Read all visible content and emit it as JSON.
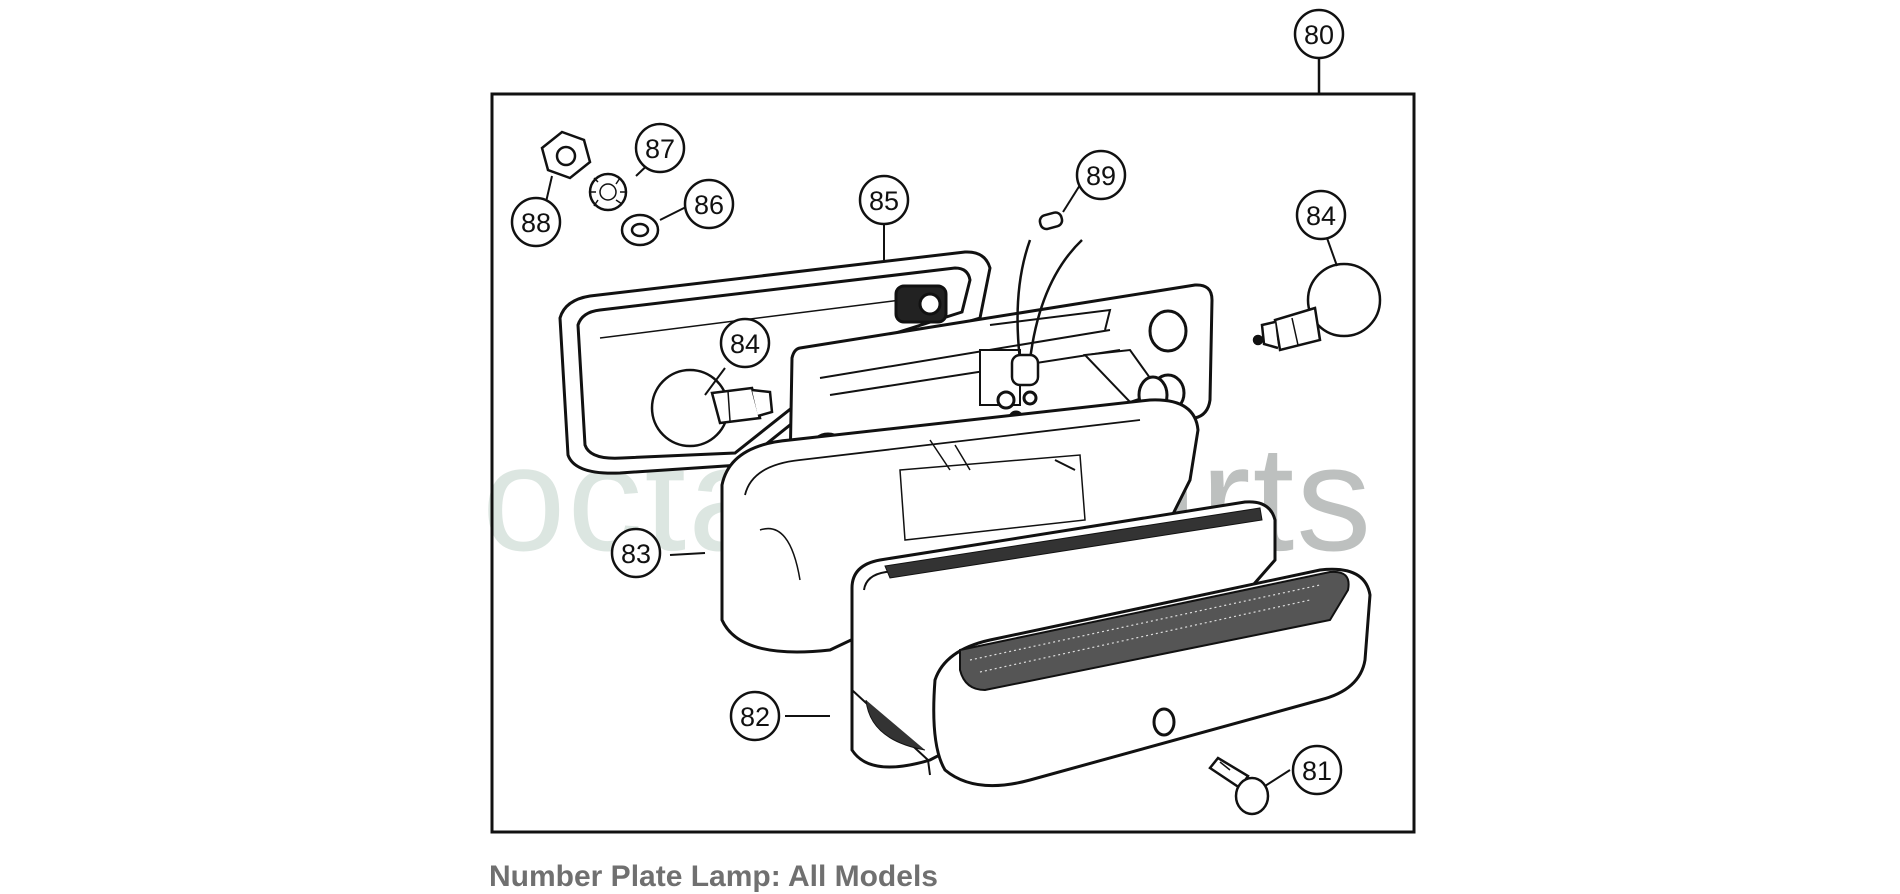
{
  "caption": "Number Plate Lamp: All Models",
  "watermark": {
    "part1": "octagon",
    "part2": "parts"
  },
  "callouts": {
    "c80": "80",
    "c81": "81",
    "c82": "82",
    "c83": "83",
    "c84a": "84",
    "c84b": "84",
    "c85": "85",
    "c86": "86",
    "c87": "87",
    "c88": "88",
    "c89": "89"
  },
  "colors": {
    "line": "#111111",
    "caption": "#707070",
    "watermark_light": "#d7e2dc",
    "watermark_dark": "#b2b6b4"
  }
}
